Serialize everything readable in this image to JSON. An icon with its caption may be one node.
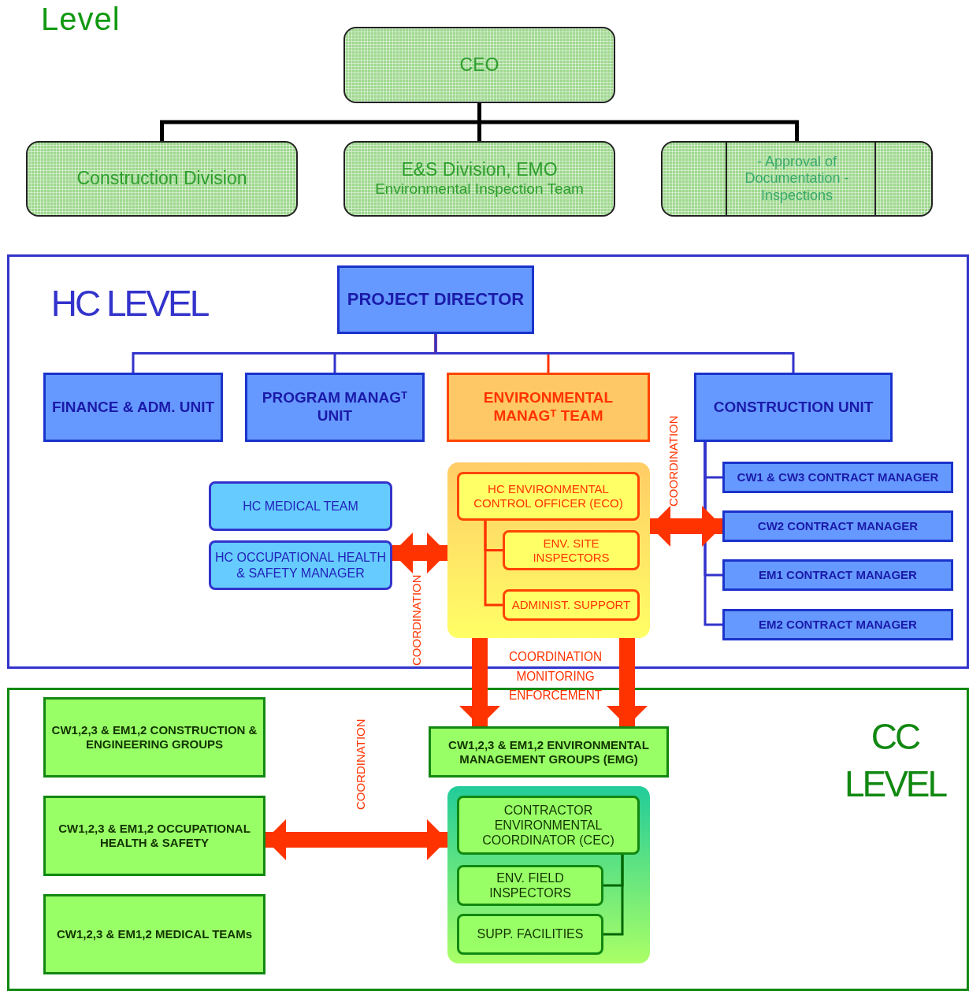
{
  "diagram": {
    "nodes": [
      {
        "text": [
          "CEO"
        ]
      },
      {
        "text": [
          "Construction Division"
        ]
      },
      {
        "text": [
          "E&S Division, EMO",
          "Environmental Inspection Team"
        ]
      },
      {
        "text": [
          "- Approval of Documentation - Inspections"
        ]
      },
      {
        "text": [
          "HC LEVEL"
        ]
      },
      {
        "text": [
          "PROJECT DIRECTOR"
        ],
        "in": 4
      },
      {
        "text": [
          "FINANCE & ADM. UNIT"
        ],
        "in": 4
      },
      {
        "text": [
          "PROGRAM MANAGᵀ UNIT"
        ],
        "in": 4
      },
      {
        "text": [
          "ENVIRONMENTAL MANAGᵀ TEAM"
        ],
        "in": 4
      },
      {
        "text": [
          "CONSTRUCTION UNIT"
        ],
        "in": 4
      },
      {
        "text": [
          "HC MEDICAL TEAM"
        ],
        "in": 4
      },
      {
        "text": [
          "HC OCCUPATIONAL HEALTH & SAFETY MANAGER"
        ],
        "in": 4
      },
      {
        "text": [],
        "shape": "box",
        "in": 4
      },
      {
        "text": [
          "HC ENVIRONMENTAL CONTROL OFFICER (ECO)"
        ],
        "in": 12
      },
      {
        "text": [
          "ENV. SITE INSPECTORS"
        ],
        "in": 12
      },
      {
        "text": [
          "ADMINIST. SUPPORT"
        ],
        "in": 12
      },
      {
        "text": [
          "CW1 & CW3 CONTRACT MANAGER"
        ],
        "in": 4
      },
      {
        "text": [
          "CW2 CONTRACT MANAGER"
        ],
        "in": 4
      },
      {
        "text": [
          "EM1 CONTRACT MANAGER"
        ],
        "in": 4
      },
      {
        "text": [
          "EM2 CONTRACT MANAGER"
        ],
        "in": 4
      },
      {
        "text": [
          "CC LEVEL"
        ]
      },
      {
        "text": [
          "CW1,2,3 & EM1,2 CONSTRUCTION & ENGINEERING GROUPS"
        ],
        "in": 20
      },
      {
        "text": [
          "CW1,2,3 & EM1,2 OCCUPATIONAL HEALTH & SAFETY"
        ],
        "in": 20
      },
      {
        "text": [
          "CW1,2,3 & EM1,2 MEDICAL TEAMs"
        ],
        "in": 20
      },
      {
        "text": [
          "CW1,2,3 & EM1,2 ENVIRONMENTAL MANAGEMENT GROUPS (EMG)"
        ],
        "in": 20
      },
      {
        "text": [],
        "shape": "box",
        "in": 20
      },
      {
        "text": [
          "CONTRACTOR ENVIRONMENTAL COORDINATOR (CEC)"
        ],
        "in": 25
      },
      {
        "text": [
          "ENV. FIELD INSPECTORS"
        ],
        "in": 25
      },
      {
        "text": [
          "SUPP. FACILITIES"
        ],
        "in": 25
      }
    ],
    "edges": [
      {
        "from": 0,
        "to": 1,
        "arrow": "none",
        "color": "#000000"
      },
      {
        "from": 0,
        "to": 2,
        "arrow": "none",
        "color": "#000000"
      },
      {
        "from": 0,
        "to": 3,
        "arrow": "none",
        "color": "#000000"
      },
      {
        "from": 5,
        "to": 6,
        "arrow": "none",
        "color": "#3333cc"
      },
      {
        "from": 5,
        "to": 7,
        "arrow": "none",
        "color": "#3333cc"
      },
      {
        "from": 5,
        "to": 8,
        "arrow": "none",
        "color": "#ff3300"
      },
      {
        "from": 5,
        "to": 9,
        "arrow": "none",
        "color": "#3333cc"
      },
      {
        "from": 13,
        "to": 14,
        "arrow": "none",
        "color": "#ff3300"
      },
      {
        "from": 13,
        "to": 15,
        "arrow": "none",
        "color": "#ff3300"
      },
      {
        "from": 9,
        "to": 16,
        "arrow": "none",
        "color": "#3333cc"
      },
      {
        "from": 9,
        "to": 17,
        "arrow": "none",
        "color": "#3333cc"
      },
      {
        "from": 9,
        "to": 18,
        "arrow": "none",
        "color": "#3333cc"
      },
      {
        "from": 9,
        "to": 19,
        "arrow": "none",
        "color": "#3333cc"
      },
      {
        "from": 11,
        "to": 12,
        "arrow": "both",
        "label": "COORDINATION",
        "style": "thick",
        "color": "#ff3300"
      },
      {
        "from": 12,
        "to": 17,
        "arrow": "both",
        "label": "COORDINATION",
        "style": "thick",
        "color": "#ff3300"
      },
      {
        "from": 12,
        "to": 24,
        "arrow": "to",
        "label": "COORDINATION MONITORING ENFORCEMENT",
        "style": "thick",
        "color": "#ff3300"
      },
      {
        "from": 12,
        "to": 24,
        "arrow": "to",
        "style": "thick",
        "color": "#ff3300"
      },
      {
        "from": 22,
        "to": 25,
        "arrow": "both",
        "label": "COORDINATION",
        "style": "thick",
        "color": "#ff3300"
      },
      {
        "from": 26,
        "to": 27,
        "arrow": "none",
        "color": "#006600"
      },
      {
        "from": 26,
        "to": 28,
        "arrow": "none",
        "color": "#006600"
      }
    ],
    "labels": [
      "Level"
    ]
  }
}
